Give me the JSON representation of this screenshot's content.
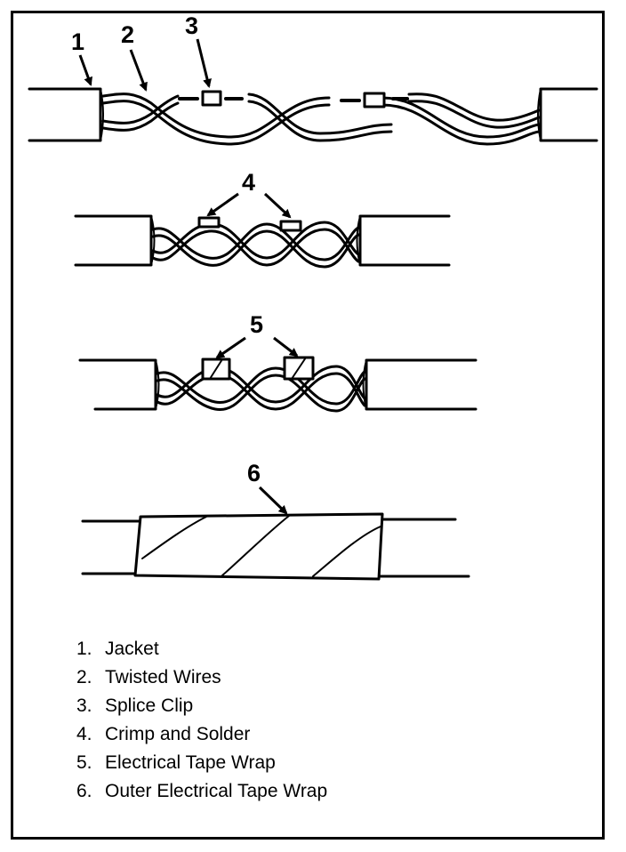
{
  "callouts": {
    "c1": "1",
    "c2": "2",
    "c3": "3",
    "c4": "4",
    "c5": "5",
    "c6": "6"
  },
  "legend": [
    {
      "num": "1.",
      "label": "Jacket"
    },
    {
      "num": "2.",
      "label": "Twisted Wires"
    },
    {
      "num": "3.",
      "label": "Splice Clip"
    },
    {
      "num": "4.",
      "label": "Crimp and Solder"
    },
    {
      "num": "5.",
      "label": "Electrical Tape Wrap"
    },
    {
      "num": "6.",
      "label": "Outer Electrical Tape Wrap"
    }
  ]
}
